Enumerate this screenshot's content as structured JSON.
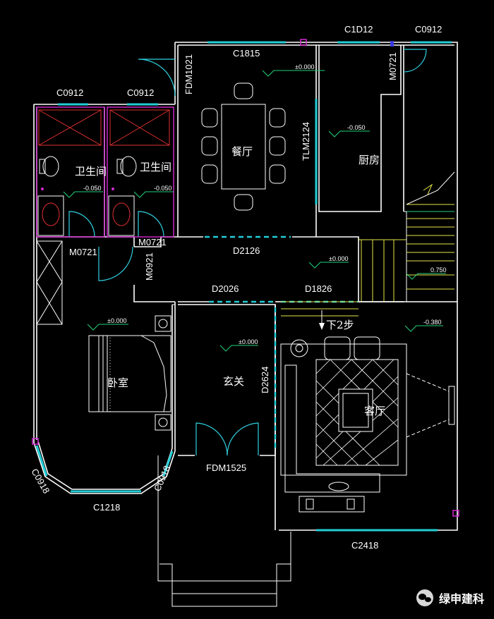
{
  "rooms": {
    "dining": "餐厅",
    "kitchen": "厨房",
    "bath_left": "卫生间",
    "bath_right": "卫生间",
    "bedroom": "卧室",
    "foyer": "玄关",
    "living": "客厅"
  },
  "openings": {
    "c1d12": "C1D12",
    "c0912_top_right": "C0912",
    "c1815": "C1815",
    "fdm1021": "FDM1021",
    "m0721_kitchen": "M0721",
    "c0912_bath_left": "C0912",
    "c0912_bath_right": "C0912",
    "tlm2124": "TLM2124",
    "m0721_bath_left": "M0721",
    "m0721_bath_right": "M0721",
    "d2126": "D2126",
    "m0921": "M0921",
    "d2026": "D2026",
    "d1826": "D1826",
    "d2624": "D2624",
    "fdm1525": "FDM1525",
    "c0918_left": "C0918",
    "c0918_right": "C0918",
    "c1218": "C1218",
    "c2418": "C2418"
  },
  "levels": {
    "dining": "±0.000",
    "kitchen": "-0.050",
    "bath_left": "-0.050",
    "bath_right": "-0.050",
    "hall": "±0.000",
    "stair": "0.750",
    "bedroom": "±0.000",
    "foyer": "±0.000",
    "living": "-0.380"
  },
  "annotations": {
    "down_steps": "下2步"
  },
  "watermark": {
    "text": "绿申建科",
    "icon": "wechat-icon"
  },
  "colors": {
    "background": "#000000",
    "wall": "#ffffff",
    "window": "#22cfd6",
    "bathroom_outline": "#d42ad4",
    "stair": "#e6e64a"
  }
}
